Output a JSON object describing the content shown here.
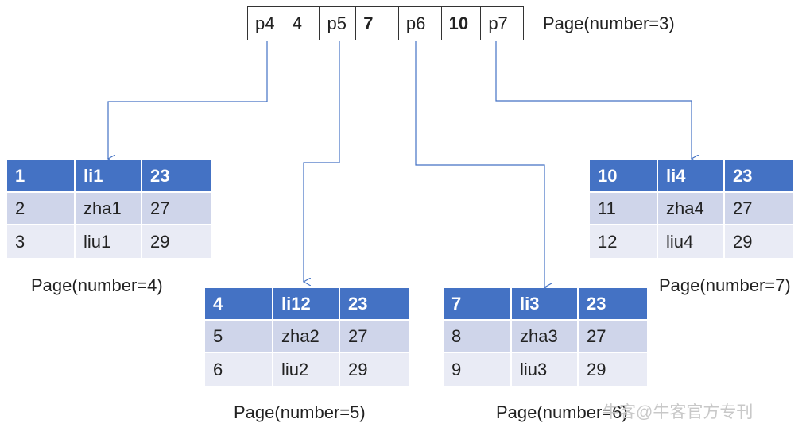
{
  "root": {
    "cells": [
      {
        "text": "p4",
        "bold": false
      },
      {
        "text": "4",
        "bold": false
      },
      {
        "text": "p5",
        "bold": false
      },
      {
        "text": "7",
        "bold": true
      },
      {
        "text": "p6",
        "bold": false
      },
      {
        "text": "10",
        "bold": true
      },
      {
        "text": "p7",
        "bold": false
      }
    ],
    "label": "Page(number=3)"
  },
  "pages": [
    {
      "label": "Page(number=4)",
      "rows": [
        [
          "1",
          "li1",
          "23"
        ],
        [
          "2",
          "zha1",
          "27"
        ],
        [
          "3",
          "liu1",
          "29"
        ]
      ]
    },
    {
      "label": "Page(number=5)",
      "rows": [
        [
          "4",
          "li12",
          "23"
        ],
        [
          "5",
          "zha2",
          "27"
        ],
        [
          "6",
          "liu2",
          "29"
        ]
      ]
    },
    {
      "label": "Page(number=6)",
      "rows": [
        [
          "7",
          "li3",
          "23"
        ],
        [
          "8",
          "zha3",
          "27"
        ],
        [
          "9",
          "liu3",
          "29"
        ]
      ]
    },
    {
      "label": "Page(number=7)",
      "rows": [
        [
          "10",
          "li4",
          "23"
        ],
        [
          "11",
          "zha4",
          "27"
        ],
        [
          "12",
          "liu4",
          "29"
        ]
      ]
    }
  ],
  "colors": {
    "header": "#4472c4",
    "row_dark": "#cfd5ea",
    "row_light": "#e9ebf5",
    "arrow": "#4472c4"
  },
  "watermark": "牛客@牛客官方专刊"
}
